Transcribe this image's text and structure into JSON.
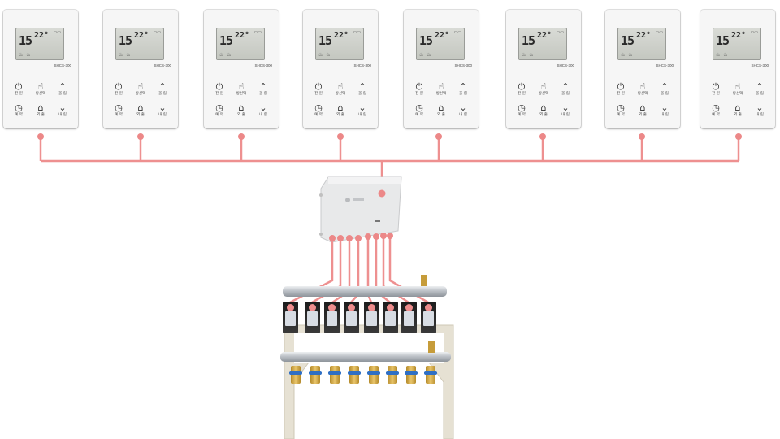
{
  "thermostat": {
    "room_temp": "15",
    "set_temp": "22°",
    "model": "SHCS-300",
    "buttons": {
      "power": "전 원",
      "mode": "방선택",
      "up": "올 림",
      "timer": "예 약",
      "home": "외 출",
      "down": "내 림"
    }
  },
  "colors": {
    "wire": "#ee9090",
    "thermostat_body": "#f6f6f6",
    "lcd": "#c9cbc5",
    "actuator": "#222222",
    "actuator_cap": "#ee8d8d",
    "manifold": "#c8ccd0",
    "fitting": "#d9b14e"
  },
  "icons": {
    "power": "power-icon",
    "mode": "hand-select-icon",
    "up": "chevron-up-icon",
    "timer": "clock-icon",
    "home": "home-icon",
    "down": "chevron-down-icon"
  }
}
